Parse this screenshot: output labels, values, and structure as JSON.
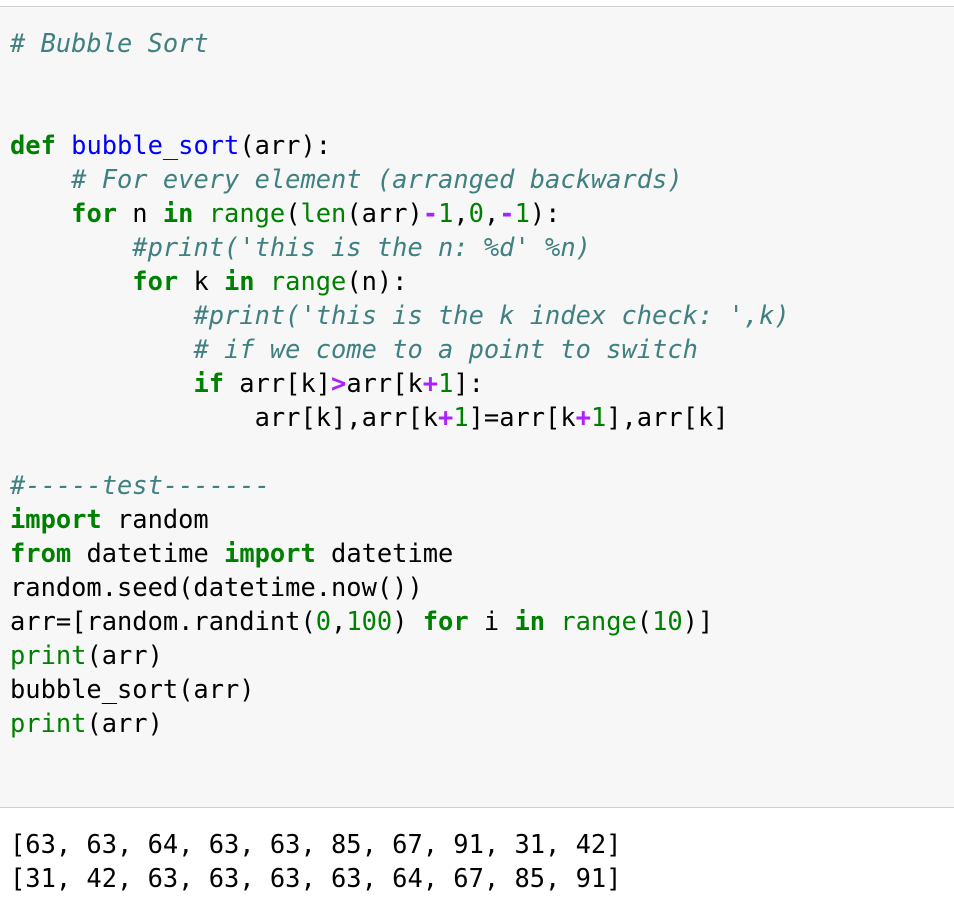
{
  "colors": {
    "comment": "#408080",
    "keyword": "#008000",
    "function_name": "#0000ff",
    "builtin": "#008000",
    "number": "#008000",
    "operator": "#aa22ff",
    "text": "#000000",
    "cell_background": "#f7f7f7",
    "cell_border": "#cfcfcf"
  },
  "cell": {
    "code_lines": [
      [
        {
          "t": "com",
          "s": "# Bubble Sort"
        }
      ],
      [],
      [],
      [
        {
          "t": "kw",
          "s": "def"
        },
        {
          "t": "tx",
          "s": " "
        },
        {
          "t": "fn",
          "s": "bubble_sort"
        },
        {
          "t": "tx",
          "s": "(arr):"
        }
      ],
      [
        {
          "t": "tx",
          "s": "    "
        },
        {
          "t": "com",
          "s": "# For every element (arranged backwards)"
        }
      ],
      [
        {
          "t": "tx",
          "s": "    "
        },
        {
          "t": "kw",
          "s": "for"
        },
        {
          "t": "tx",
          "s": " n "
        },
        {
          "t": "kw",
          "s": "in"
        },
        {
          "t": "tx",
          "s": " "
        },
        {
          "t": "bi",
          "s": "range"
        },
        {
          "t": "tx",
          "s": "("
        },
        {
          "t": "bi",
          "s": "len"
        },
        {
          "t": "tx",
          "s": "(arr)"
        },
        {
          "t": "op",
          "s": "-"
        },
        {
          "t": "num",
          "s": "1"
        },
        {
          "t": "tx",
          "s": ","
        },
        {
          "t": "num",
          "s": "0"
        },
        {
          "t": "tx",
          "s": ","
        },
        {
          "t": "op",
          "s": "-"
        },
        {
          "t": "num",
          "s": "1"
        },
        {
          "t": "tx",
          "s": "):"
        }
      ],
      [
        {
          "t": "tx",
          "s": "        "
        },
        {
          "t": "com",
          "s": "#print('this is the n: %d' %n)"
        }
      ],
      [
        {
          "t": "tx",
          "s": "        "
        },
        {
          "t": "kw",
          "s": "for"
        },
        {
          "t": "tx",
          "s": " k "
        },
        {
          "t": "kw",
          "s": "in"
        },
        {
          "t": "tx",
          "s": " "
        },
        {
          "t": "bi",
          "s": "range"
        },
        {
          "t": "tx",
          "s": "(n):"
        }
      ],
      [
        {
          "t": "tx",
          "s": "            "
        },
        {
          "t": "com",
          "s": "#print('this is the k index check: ',k)"
        }
      ],
      [
        {
          "t": "tx",
          "s": "            "
        },
        {
          "t": "com",
          "s": "# if we come to a point to switch"
        }
      ],
      [
        {
          "t": "tx",
          "s": "            "
        },
        {
          "t": "kw",
          "s": "if"
        },
        {
          "t": "tx",
          "s": " arr[k]"
        },
        {
          "t": "op",
          "s": ">"
        },
        {
          "t": "tx",
          "s": "arr[k"
        },
        {
          "t": "op",
          "s": "+"
        },
        {
          "t": "num",
          "s": "1"
        },
        {
          "t": "tx",
          "s": "]:"
        }
      ],
      [
        {
          "t": "tx",
          "s": "                arr[k],arr[k"
        },
        {
          "t": "op",
          "s": "+"
        },
        {
          "t": "num",
          "s": "1"
        },
        {
          "t": "tx",
          "s": "]=arr[k"
        },
        {
          "t": "op",
          "s": "+"
        },
        {
          "t": "num",
          "s": "1"
        },
        {
          "t": "tx",
          "s": "],arr[k]"
        }
      ],
      [],
      [
        {
          "t": "com",
          "s": "#-----test-------"
        }
      ],
      [
        {
          "t": "kw",
          "s": "import"
        },
        {
          "t": "tx",
          "s": " random"
        }
      ],
      [
        {
          "t": "kw",
          "s": "from"
        },
        {
          "t": "tx",
          "s": " datetime "
        },
        {
          "t": "kw",
          "s": "import"
        },
        {
          "t": "tx",
          "s": " datetime"
        }
      ],
      [
        {
          "t": "tx",
          "s": "random.seed(datetime.now())"
        }
      ],
      [
        {
          "t": "tx",
          "s": "arr=[random.randint("
        },
        {
          "t": "num",
          "s": "0"
        },
        {
          "t": "tx",
          "s": ","
        },
        {
          "t": "num",
          "s": "100"
        },
        {
          "t": "tx",
          "s": ") "
        },
        {
          "t": "kw",
          "s": "for"
        },
        {
          "t": "tx",
          "s": " i "
        },
        {
          "t": "kw",
          "s": "in"
        },
        {
          "t": "tx",
          "s": " "
        },
        {
          "t": "bi",
          "s": "range"
        },
        {
          "t": "tx",
          "s": "("
        },
        {
          "t": "num",
          "s": "10"
        },
        {
          "t": "tx",
          "s": ")]"
        }
      ],
      [
        {
          "t": "bi",
          "s": "print"
        },
        {
          "t": "tx",
          "s": "(arr)"
        }
      ],
      [
        {
          "t": "tx",
          "s": "bubble_sort(arr)"
        }
      ],
      [
        {
          "t": "bi",
          "s": "print"
        },
        {
          "t": "tx",
          "s": "(arr)"
        }
      ]
    ],
    "output_lines": [
      "[63, 63, 64, 63, 63, 85, 67, 91, 31, 42]",
      "[31, 42, 63, 63, 63, 63, 64, 67, 85, 91]"
    ]
  }
}
